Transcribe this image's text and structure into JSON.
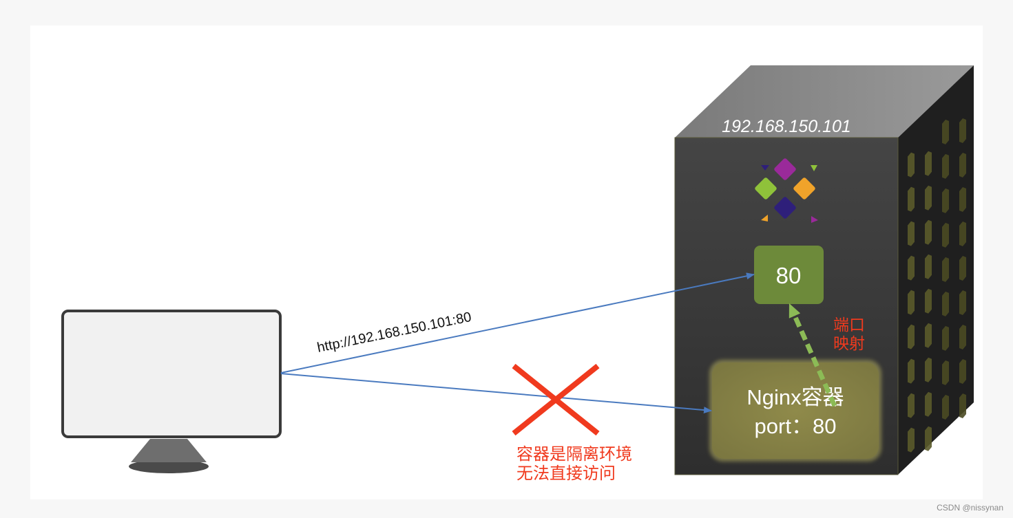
{
  "server": {
    "ip_label": "192.168.150.101",
    "host_port": "80",
    "container_label": "Nginx容器",
    "container_port": "port：80",
    "mapping_label_line1": "端口",
    "mapping_label_line2": "映射",
    "logo_icon": "docker-diamond-logo-icon"
  },
  "client": {
    "device_icon": "desktop-monitor-icon",
    "request_url": "http://192.168.150.101:80"
  },
  "blocked": {
    "mark_icon": "red-x-icon",
    "note_line1": "容器是隔离环境",
    "note_line2": "无法直接访问"
  },
  "watermark": "CSDN @nissynan",
  "colors": {
    "server_front": "#3c3c3c",
    "server_top": "#8a8a8a",
    "server_side": "#202020",
    "port_box": "#6d8a3a",
    "container_box": "#8a8648",
    "arrow": "#4a7abf",
    "mapping_arrow": "#8cbb56",
    "red": "#f03a1e"
  }
}
